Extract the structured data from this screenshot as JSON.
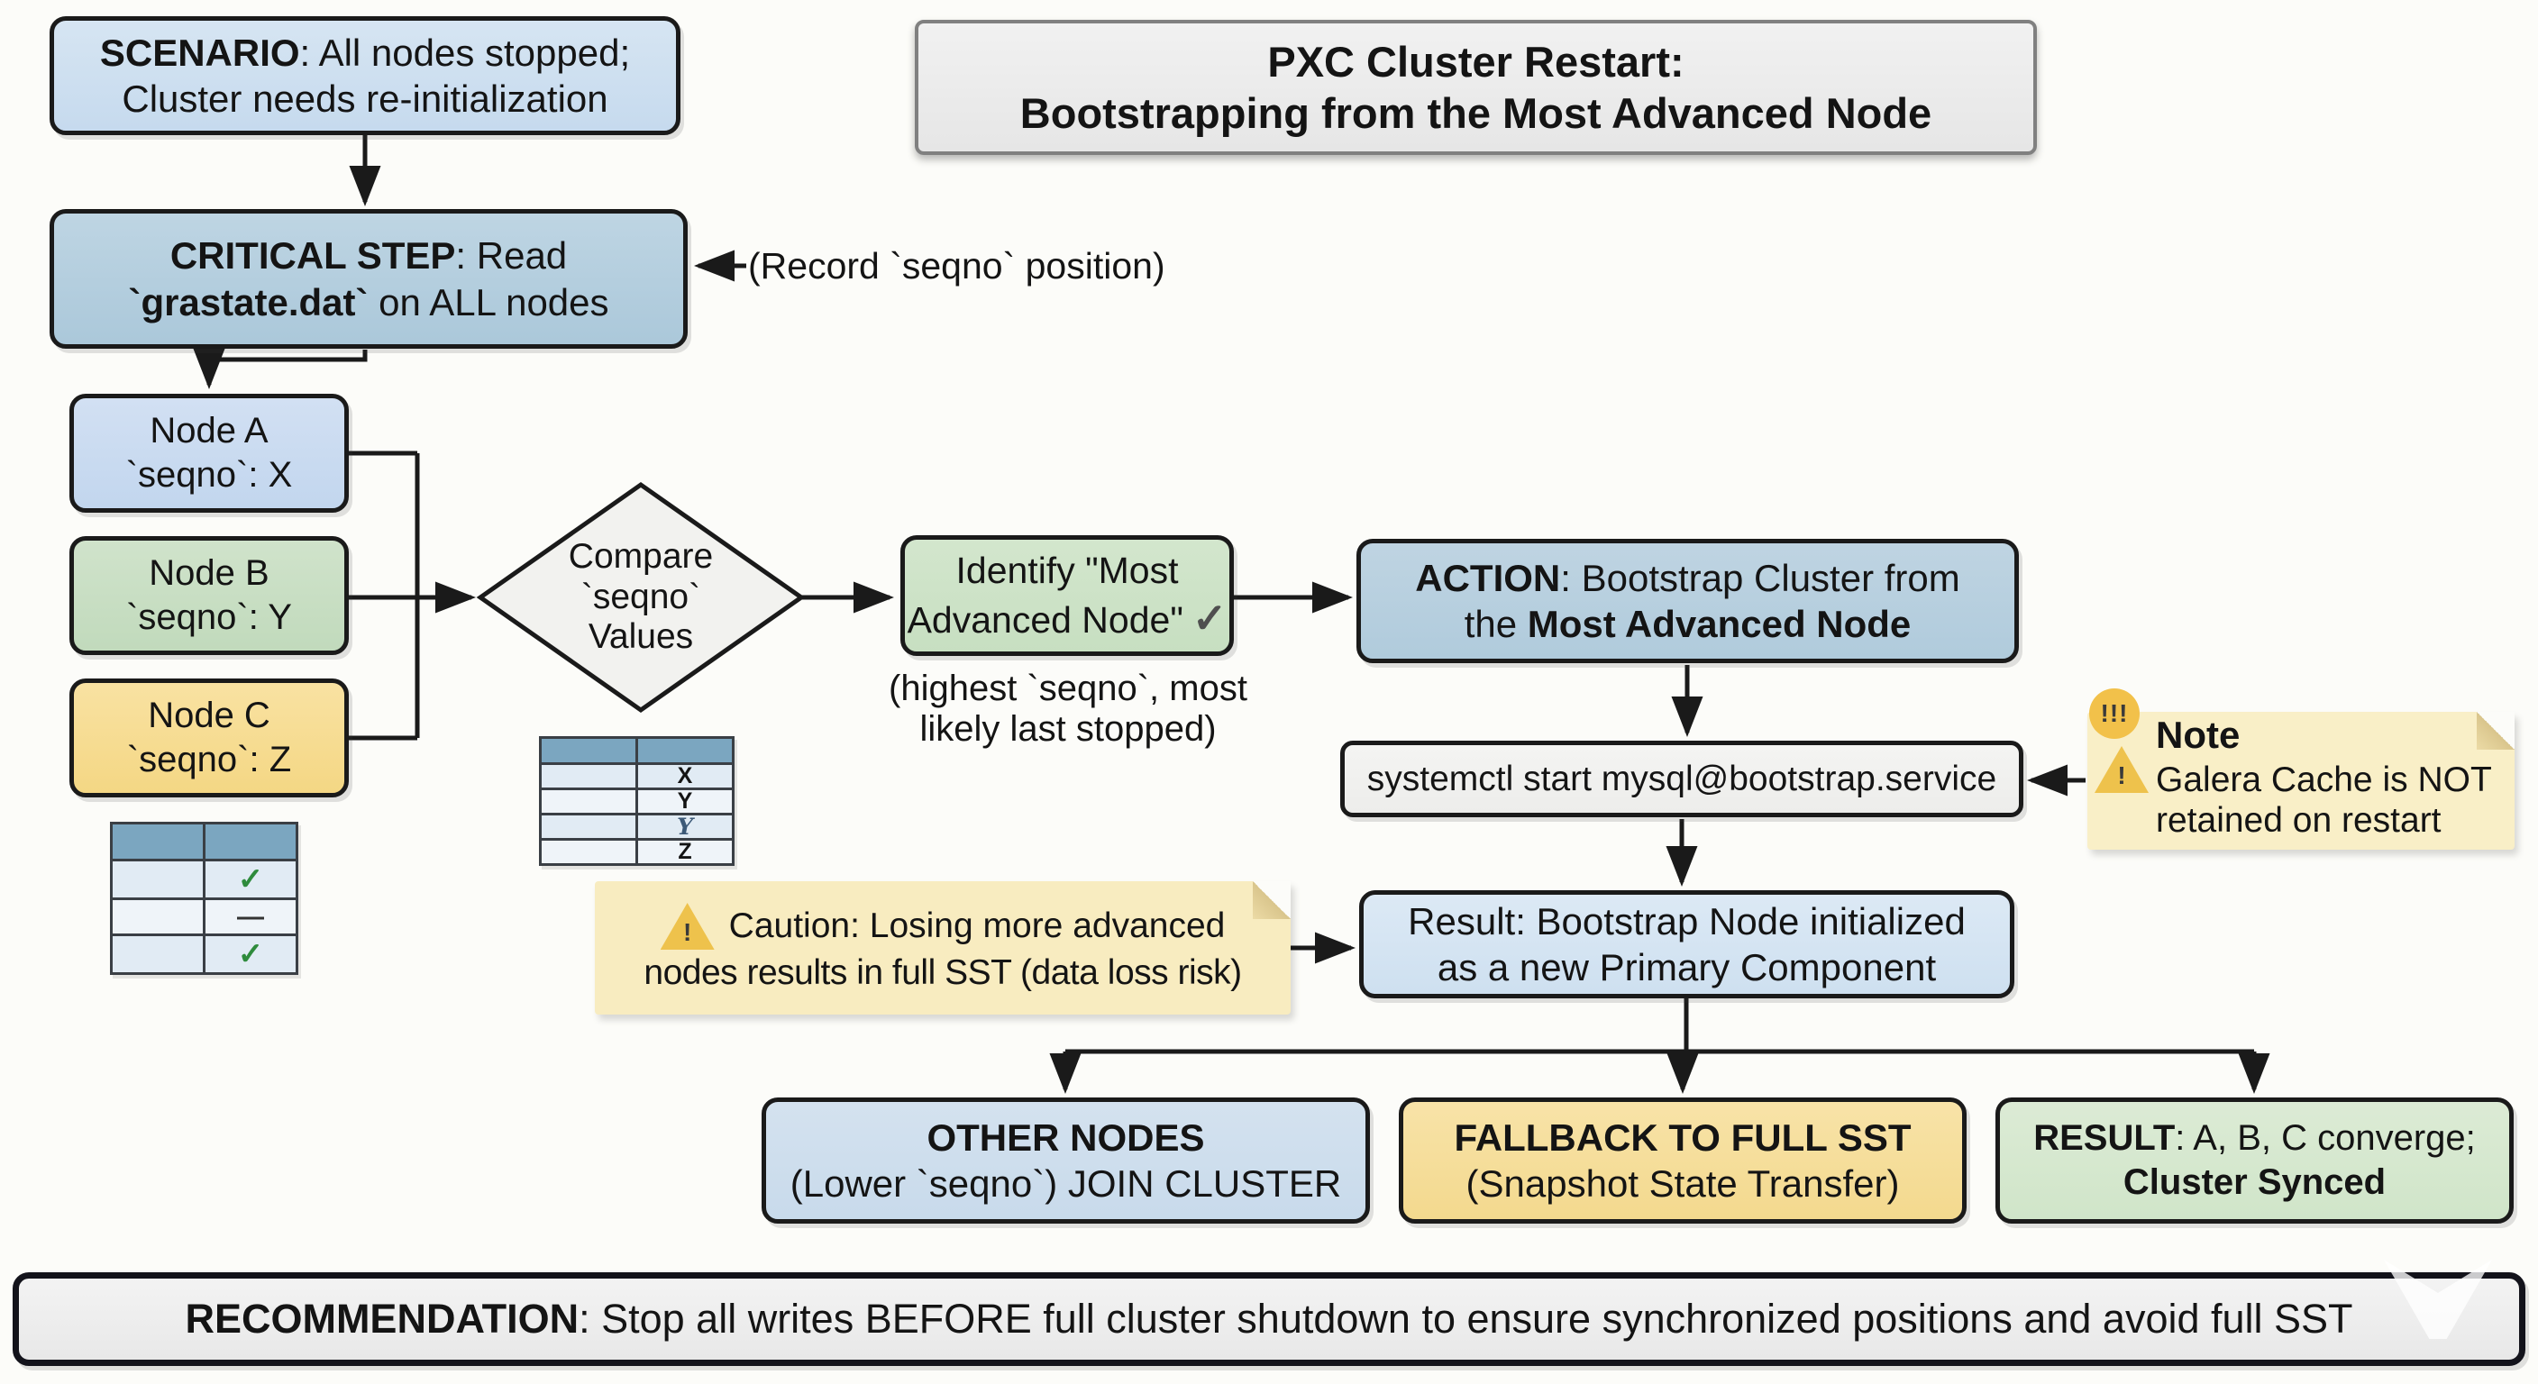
{
  "title": {
    "line1": "PXC Cluster Restart:",
    "line2": "Bootstrapping from the Most Advanced Node"
  },
  "scenario": {
    "bold": "SCENARIO",
    "rest": ": All nodes stopped;",
    "line2": "Cluster needs re-initialization"
  },
  "critical": {
    "bold1": "CRITICAL STEP",
    "rest1": ": Read",
    "bold2": "`grastate.dat`",
    "rest2": " on ALL nodes"
  },
  "record_note": "(Record `seqno` position)",
  "nodes": [
    {
      "name": "Node A",
      "seqno": "`seqno`: X"
    },
    {
      "name": "Node B",
      "seqno": "`seqno`: Y"
    },
    {
      "name": "Node C",
      "seqno": "`seqno`: Z"
    }
  ],
  "compare": {
    "line1": "Compare",
    "line2": "`seqno`",
    "line3": "Values"
  },
  "identify": {
    "line1": "Identify \"Most",
    "line2": "Advanced Node\"",
    "check": "✓",
    "caption1": "(highest `seqno`, most",
    "caption2": "likely last stopped)"
  },
  "action": {
    "bold1": "ACTION",
    "rest1": ": Bootstrap Cluster from",
    "pre2": "the ",
    "bold2": "Most Advanced Node"
  },
  "command": "systemctl start mysql@bootstrap.service",
  "note": {
    "badge": "!!!",
    "warn": "!",
    "title": "Note",
    "line1": "Galera Cache is NOT",
    "line2": "retained on restart"
  },
  "caution": {
    "warn": "!",
    "line1": "Caution: Losing more advanced",
    "line2": "nodes results in full SST (data loss risk)"
  },
  "result": {
    "line1": "Result: Bootstrap Node initialized",
    "line2": "as a new Primary Component"
  },
  "other_nodes": {
    "line1": "OTHER NODES",
    "line2": "(Lower `seqno`) JOIN CLUSTER"
  },
  "fallback": {
    "line1": "FALLBACK TO FULL SST",
    "line2": "(Snapshot State Transfer)"
  },
  "final_result": {
    "bold1": "RESULT",
    "rest1": ": A, B, C converge;",
    "line2": "Cluster Synced"
  },
  "recommendation": {
    "bold": "RECOMMENDATION",
    "rest": ": Stop all writes BEFORE full cluster shutdown to ensure synchronized positions and avoid full SST"
  },
  "seqno_table": {
    "values": [
      "X",
      "Y",
      "Y",
      "Z"
    ]
  },
  "status_table": {
    "marks": [
      "✓",
      "—",
      "✓"
    ]
  },
  "colors": {
    "node_blue": "#c6daee",
    "node_green": "#c1dabc",
    "node_yellow": "#f4d784",
    "sticky_yellow": "#f8ecc0",
    "warning_yellow": "#eec24c",
    "check_green": "#2e8b3c",
    "table_header_blue": "#7ba6c0",
    "line_black": "#1a1a1a"
  }
}
